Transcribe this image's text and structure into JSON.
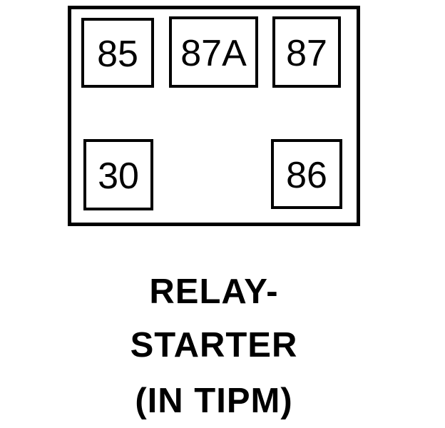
{
  "relay": {
    "pins": [
      {
        "id": "85",
        "label": "85",
        "position": "top-left"
      },
      {
        "id": "87A",
        "label": "87A",
        "position": "top-center"
      },
      {
        "id": "87",
        "label": "87",
        "position": "top-right"
      },
      {
        "id": "30",
        "label": "30",
        "position": "bottom-left"
      },
      {
        "id": "86",
        "label": "86",
        "position": "bottom-right"
      }
    ]
  },
  "caption": {
    "line1": "RELAY-",
    "line2": "STARTER",
    "line3": "(IN TIPM)"
  },
  "colors": {
    "ink": "#000000",
    "background": "#ffffff"
  }
}
